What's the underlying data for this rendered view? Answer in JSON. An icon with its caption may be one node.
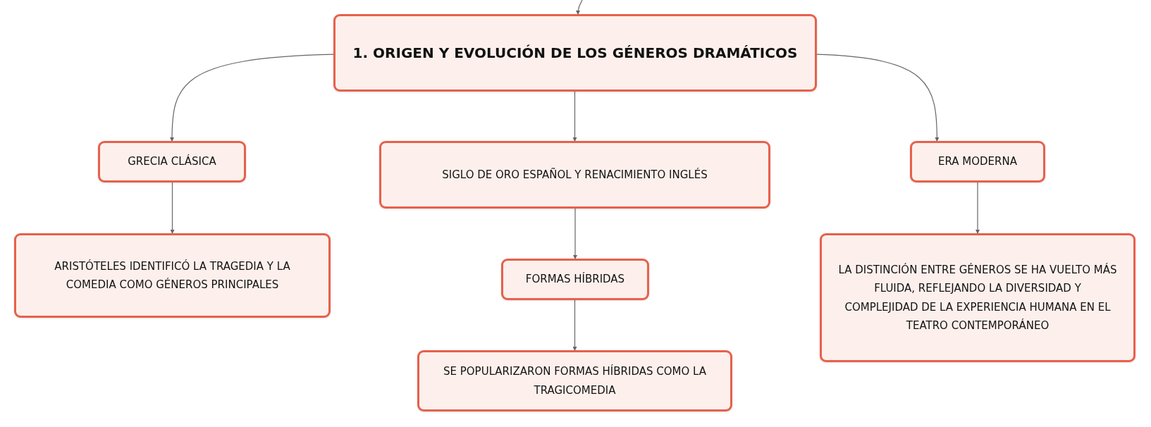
{
  "diagram": {
    "nodes": [
      {
        "text": [
          "1. ORIGEN Y EVOLUCIÓN DE LOS GÉNEROS DRAMÁTICOS"
        ]
      },
      {
        "text": [
          "GRECIA CLÁSICA"
        ]
      },
      {
        "text": [
          "SIGLO DE ORO ESPAÑOL Y RENACIMIENTO INGLÉS"
        ]
      },
      {
        "text": [
          "ERA MODERNA"
        ]
      },
      {
        "text": [
          "ARISTÓTELES IDENTIFICÓ LA TRAGEDIA Y LA COMEDIA COMO GÉNEROS PRINCIPALES"
        ]
      },
      {
        "text": [
          "FORMAS HÍBRIDAS"
        ]
      },
      {
        "text": [
          "SE POPULARIZARON FORMAS HÍBRIDAS COMO LA TRAGICOMEDIA"
        ]
      },
      {
        "text": [
          "LA DISTINCIÓN ENTRE GÉNEROS SE HA VUELTO MÁS FLUIDA, REFLEJANDO LA DIVERSIDAD Y COMPLEJIDAD DE LA EXPERIENCIA HUMANA EN EL TEATRO CONTEMPORÁNEO"
        ]
      }
    ],
    "edges": [
      {
        "from": null,
        "to": 0,
        "arrow": "to"
      },
      {
        "from": 0,
        "to": 1,
        "arrow": "to"
      },
      {
        "from": 0,
        "to": 2,
        "arrow": "to"
      },
      {
        "from": 0,
        "to": 3,
        "arrow": "to"
      },
      {
        "from": 1,
        "to": 4,
        "arrow": "to"
      },
      {
        "from": 2,
        "to": 5,
        "arrow": "to"
      },
      {
        "from": 5,
        "to": 6,
        "arrow": "to"
      },
      {
        "from": 3,
        "to": 7,
        "arrow": "to"
      }
    ]
  }
}
